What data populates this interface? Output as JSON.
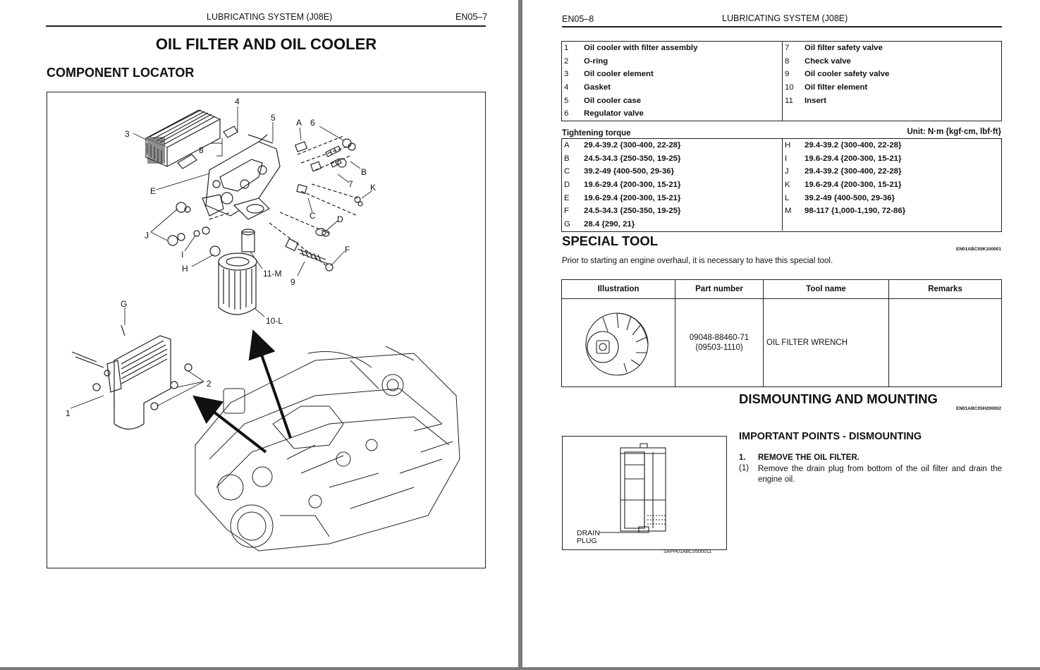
{
  "left_page": {
    "header_title": "LUBRICATING SYSTEM (J08E)",
    "page_number": "EN05–7",
    "title": "OIL FILTER AND OIL COOLER",
    "subtitle": "COMPONENT LOCATOR",
    "callouts": [
      "1",
      "2",
      "3",
      "4",
      "5",
      "6",
      "7",
      "8",
      "9",
      "10-L",
      "11-M",
      "A",
      "B",
      "C",
      "D",
      "E",
      "F",
      "G",
      "H",
      "I",
      "J",
      "K"
    ]
  },
  "right_page": {
    "page_number": "EN05–8",
    "header_title": "LUBRICATING SYSTEM (J08E)",
    "parts_left": [
      {
        "no": "1",
        "name": "Oil cooler with filter assembly"
      },
      {
        "no": "2",
        "name": "O-ring"
      },
      {
        "no": "3",
        "name": "Oil cooler element"
      },
      {
        "no": "4",
        "name": "Gasket"
      },
      {
        "no": "5",
        "name": "Oil cooler case"
      },
      {
        "no": "6",
        "name": "Regulator valve"
      }
    ],
    "parts_right": [
      {
        "no": "7",
        "name": "Oil filter safety valve"
      },
      {
        "no": "8",
        "name": "Check valve"
      },
      {
        "no": "9",
        "name": "Oil cooler safety valve"
      },
      {
        "no": "10",
        "name": "Oil filter element"
      },
      {
        "no": "11",
        "name": "Insert"
      }
    ],
    "torque_label": "Tightening torque",
    "torque_unit": "Unit: N·m {kgf·cm, lbf·ft}",
    "torque_left": [
      {
        "k": "A",
        "v": "29.4-39.2 {300-400, 22-28}"
      },
      {
        "k": "B",
        "v": "24.5-34.3 {250-350, 19-25}"
      },
      {
        "k": "C",
        "v": "39.2-49 {400-500, 29-36}"
      },
      {
        "k": "D",
        "v": "19.6-29.4 {200-300, 15-21}"
      },
      {
        "k": "E",
        "v": "19.6-29.4 {200-300, 15-21}"
      },
      {
        "k": "F",
        "v": "24.5-34.3 {250-350, 19-25}"
      },
      {
        "k": "G",
        "v": "28.4 {290, 21}"
      }
    ],
    "torque_right": [
      {
        "k": "H",
        "v": "29.4-39.2 {300-400, 22-28}"
      },
      {
        "k": "I",
        "v": "19.6-29.4 {200-300, 15-21}"
      },
      {
        "k": "J",
        "v": "29.4-39.2 {300-400, 22-28}"
      },
      {
        "k": "K",
        "v": "19.6-29.4 {200-300, 15-21}"
      },
      {
        "k": "L",
        "v": "39.2-49 {400-500, 29-36}"
      },
      {
        "k": "M",
        "v": "98-117 {1,000-1,190, 72-86}"
      }
    ],
    "special_tool": {
      "title": "SPECIAL TOOL",
      "code": "EN01ABC05K100001",
      "intro": "Prior to starting an engine overhaul, it is necessary to have this special tool.",
      "headers": [
        "Illustration",
        "Part number",
        "Tool name",
        "Remarks"
      ],
      "part_number_1": "09048-88460-71",
      "part_number_2": "(09503-1110)",
      "tool_name": "OIL FILTER WRENCH",
      "remarks": ""
    },
    "dismounting": {
      "title": "DISMOUNTING AND MOUNTING",
      "code": "EN01ABC05H200002",
      "subtitle": "IMPORTANT POINTS - DISMOUNTING",
      "step_no": "1.",
      "step_title": "REMOVE THE OIL FILTER.",
      "substep_no": "(1)",
      "substep_text": "Remove the drain plug from bottom of the oil filter and drain the engine oil.",
      "figure_label_1": "DRAIN",
      "figure_label_2": "PLUG",
      "figure_code": "SAPH01ABC0500011"
    }
  }
}
